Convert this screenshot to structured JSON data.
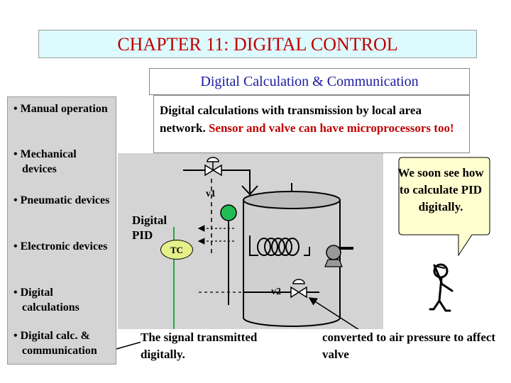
{
  "title": "CHAPTER 11: DIGITAL CONTROL",
  "subtitle": "Digital Calculation & Communication",
  "methods": [
    "• Manual operation",
    "• Mechanical devices",
    "• Pneumatic devices",
    "• Electronic devices",
    "• Digital calculations",
    "• Digital calc. & communication"
  ],
  "description": {
    "text": "Digital calculations with transmission by local area network. ",
    "highlight": "Sensor and valve can have microprocessors too!"
  },
  "diagram": {
    "valve1_label": "v1",
    "valve2_label": "v2",
    "controller_label": "Digital PID",
    "tc_label": "TC"
  },
  "callout": "We soon see how to calculate PID digitally.",
  "notes": {
    "left": "The signal transmitted digitally.",
    "right": "converted to air pressure to affect valve"
  },
  "colors": {
    "title_bg": "#ddfbff",
    "title_text": "#c00000",
    "subtitle_text": "#1a1aa0",
    "highlight": "#c00000",
    "sensor": "#22bb55",
    "tc_badge": "#e6f08a",
    "panel": "#d4d4d4"
  }
}
